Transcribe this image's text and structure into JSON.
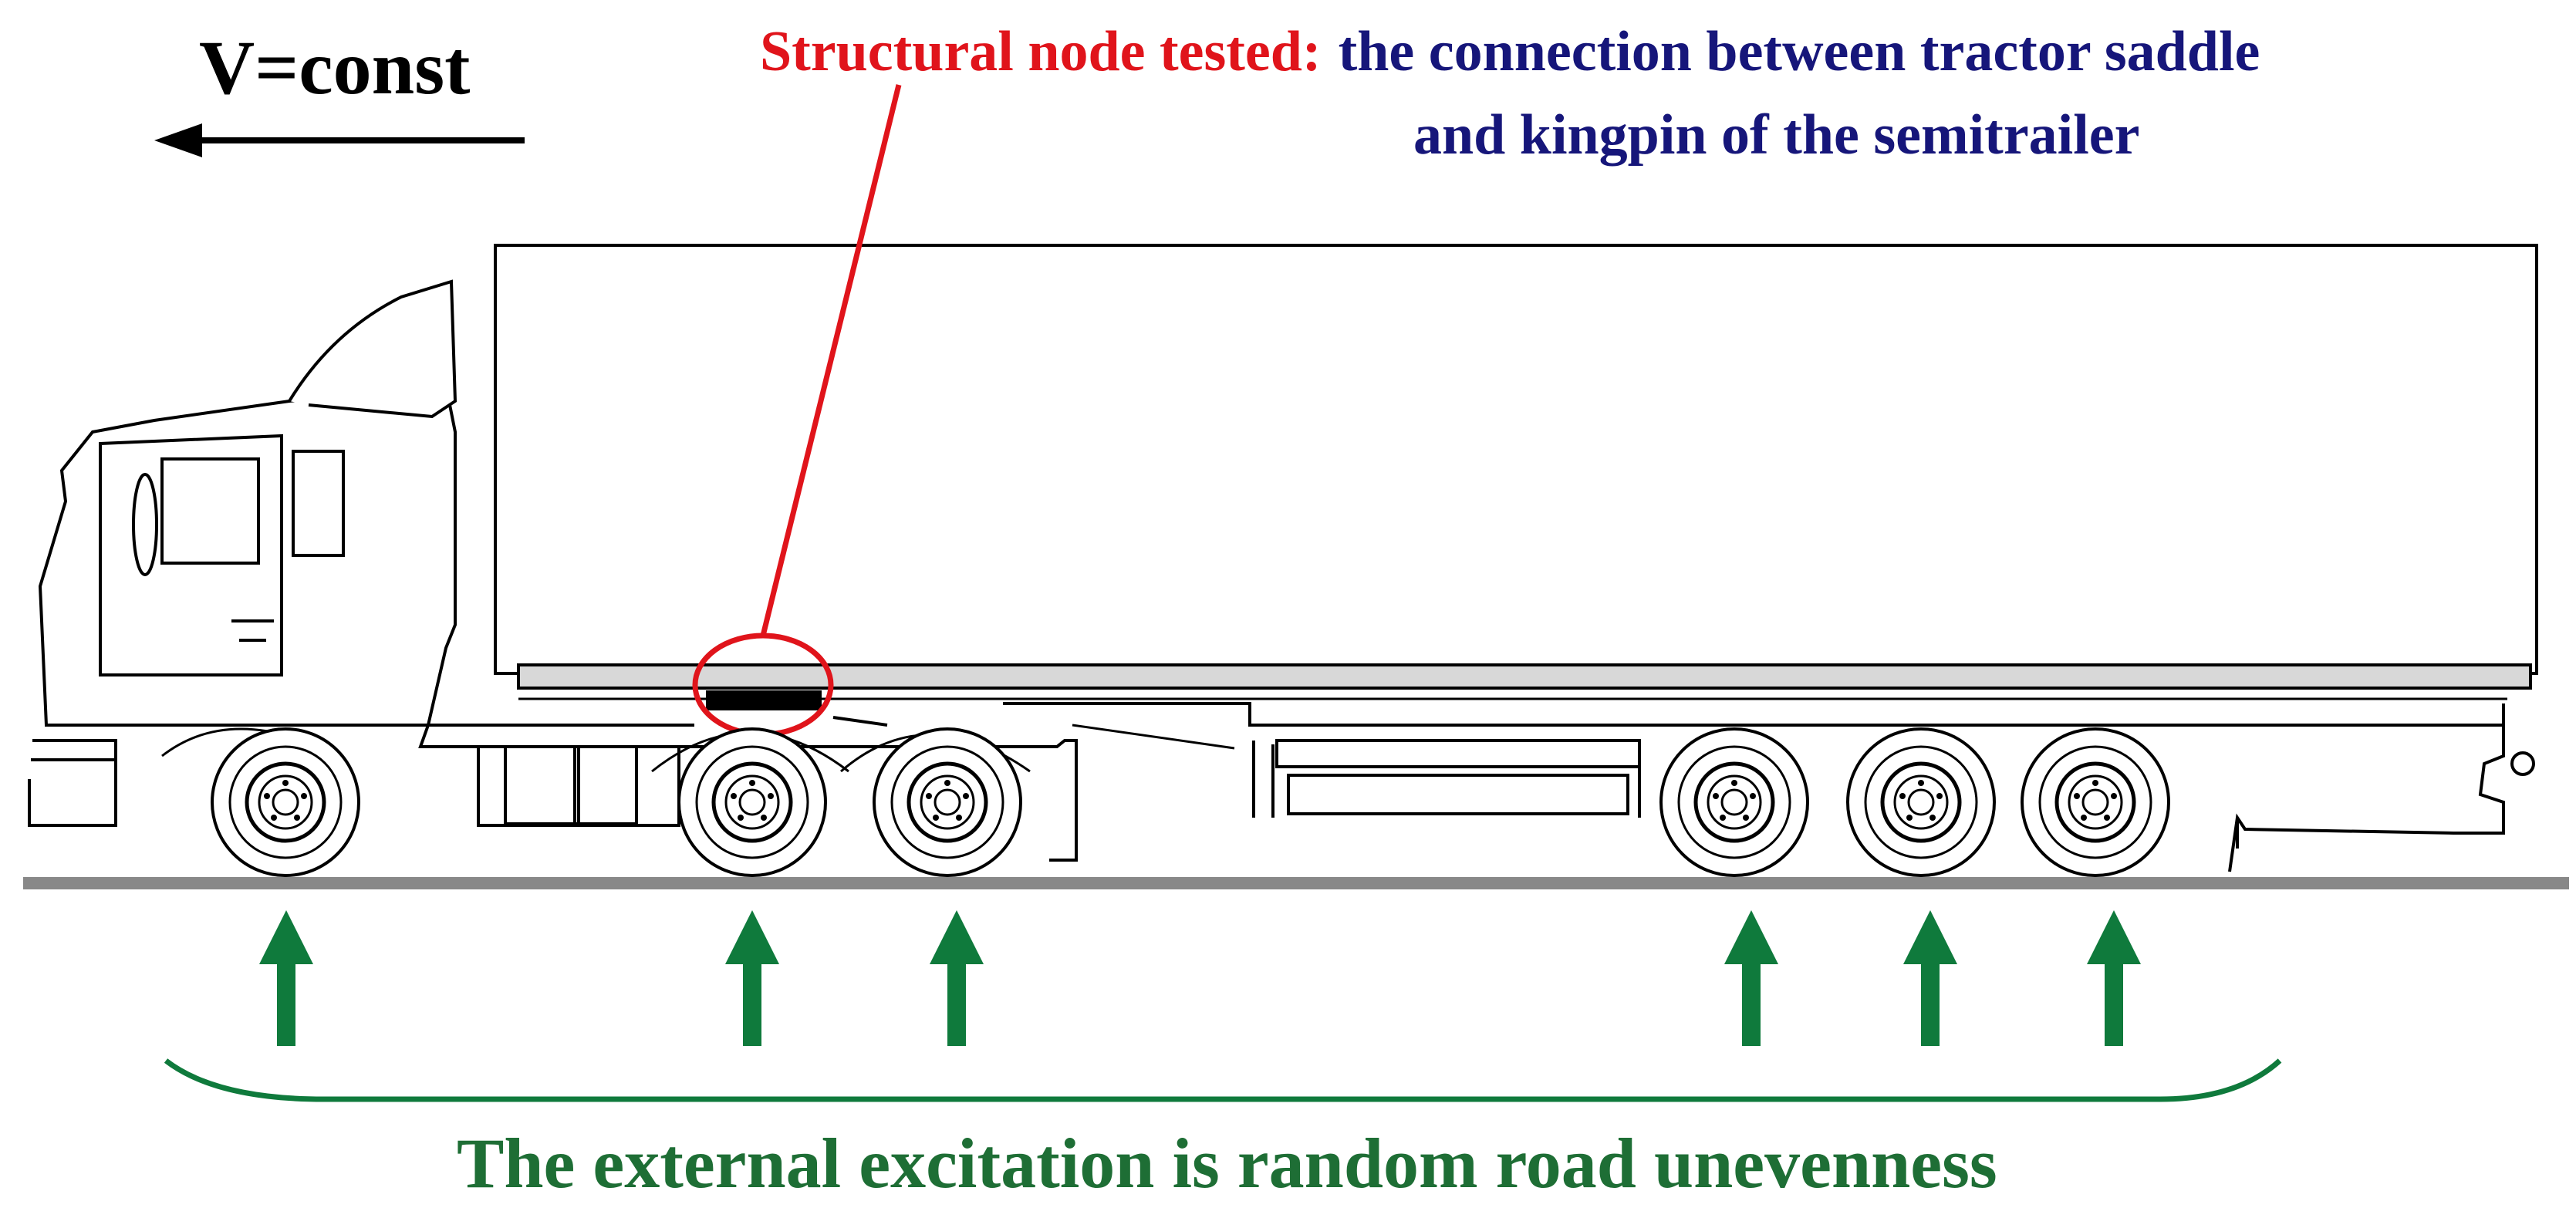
{
  "velocity": {
    "label": "V=const"
  },
  "node": {
    "title": "Structural node tested:",
    "description_line1": "the connection between tractor saddle",
    "description_line2": "and kingpin of the semitrailer"
  },
  "excitation": {
    "label": "The external excitation is random road unevenness"
  },
  "colors": {
    "node_red": "#e0141b",
    "description_blue": "#16167a",
    "excitation_green": "#1e6e35",
    "arrow_green": "#0f7a3c",
    "road_gray": "#888888",
    "outline": "#000000"
  },
  "wheels": {
    "count": 6,
    "icon": "wheel-icon"
  },
  "excitation_arrows": {
    "count": 6,
    "icon": "up-arrow-icon"
  },
  "motion_arrow": {
    "icon": "left-arrow-icon",
    "direction": "left"
  }
}
